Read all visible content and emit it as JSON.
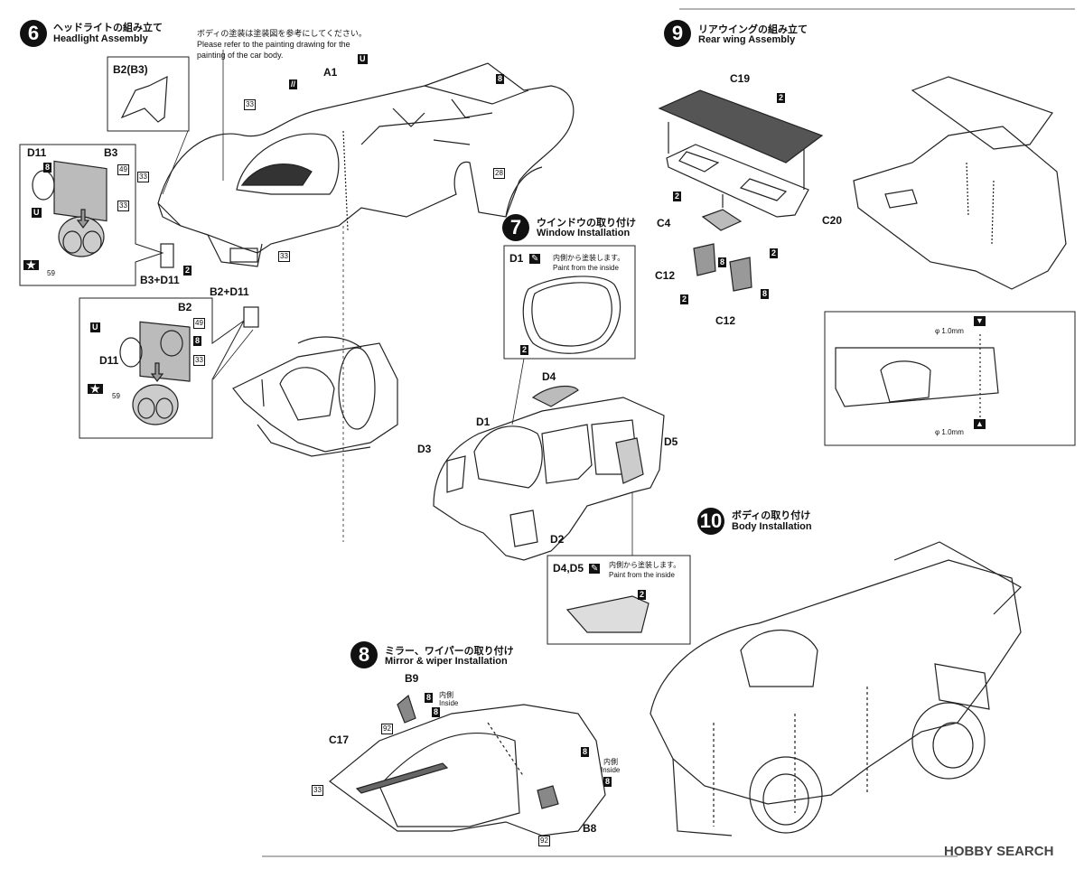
{
  "step6": {
    "num": "6",
    "jp": "ヘッドライトの組み立て",
    "en": "Headlight  Assembly"
  },
  "painting_note": {
    "jp": "ボディの塗装は塗装図を参考にしてください。",
    "en1": "Please refer to the painting drawing for the",
    "en2": "painting of the car body."
  },
  "step7": {
    "num": "7",
    "jp": "ウインドウの取り付け",
    "en": "Window Installation"
  },
  "step8": {
    "num": "8",
    "jp": "ミラー、ワイパーの取り付け",
    "en": "Mirror & wiper Installation"
  },
  "step9": {
    "num": "9",
    "jp": "リアウイングの組み立て",
    "en": "Rear wing Assembly"
  },
  "step10": {
    "num": "10",
    "jp": "ボディの取り付け",
    "en": "Body Installation"
  },
  "inside_jp": "内側から塗装します。",
  "inside_en": "Paint from the inside",
  "inside_jp_short": "内側",
  "inside_en_short": "Inside",
  "drill": "φ 1.0mm",
  "parts": {
    "b2b3": "B2(B3)",
    "d11": "D11",
    "b3": "B3",
    "b2": "B2",
    "b3d11": "B3+D11",
    "b2d11": "B2+D11",
    "a1": "A1",
    "d1": "D1",
    "d2": "D2",
    "d3": "D3",
    "d4": "D4",
    "d5": "D5",
    "d4d5": "D4,D5",
    "c19": "C19",
    "c20": "C20",
    "c4": "C4",
    "c12": "C12",
    "b9": "B9",
    "b8": "B8",
    "c17": "C17"
  },
  "colors": {
    "c2": "2",
    "c8": "8",
    "c28": "28",
    "c33": "33",
    "c49": "49",
    "c59": "59",
    "c92": "92"
  },
  "watermark": "HOBBY SEARCH"
}
